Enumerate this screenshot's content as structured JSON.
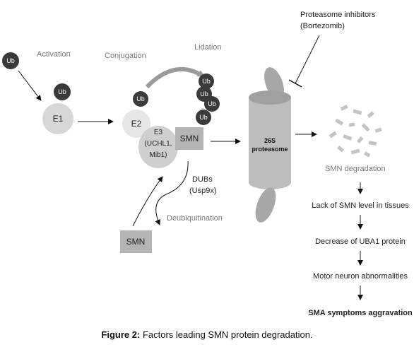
{
  "steps": {
    "activation": "Activation",
    "conjugation": "Conjugation",
    "lidation": "Lidation",
    "deubiquitination": "Deubiquitination"
  },
  "nodes": {
    "ub_free": "Ub",
    "ub_e1": "Ub",
    "e1": "E1",
    "ub_e2": "Ub",
    "e2": "E2",
    "e3_line1": "E3",
    "e3_line2": "(UCHL1,",
    "e3_line3": "Mib1)",
    "smn_e3": "SMN",
    "ub_chain": [
      "Ub",
      "Ub",
      "Ub",
      "Ub"
    ],
    "smn_free": "SMN"
  },
  "dubs": {
    "line1": "DUBs",
    "line2": "(Usp9x)"
  },
  "inhibitors": {
    "line1": "Proteasome inhibitors",
    "line2": "(Bortezomib)"
  },
  "proteasome": {
    "line1": "26S",
    "line2": "proteasome"
  },
  "cascade": [
    "SMN degradation",
    "Lack of SMN level in tissues",
    "Decrease of UBA1 protein",
    "Motor neuron abnormalities",
    "SMA symptoms aggravation"
  ],
  "caption": {
    "label": "Figure 2:",
    "text": "Factors leading SMN protein degradation."
  },
  "colors": {
    "ub_fill": "#3a3a3a",
    "e1_fill": "#d7d7d7",
    "e2_fill": "#e6e6e6",
    "e3_fill": "#cfcfcf",
    "smn_fill": "#b4b4b4",
    "proteasome_fill": "#a8a8a8",
    "fragment_fill": "#c4c4c4"
  }
}
